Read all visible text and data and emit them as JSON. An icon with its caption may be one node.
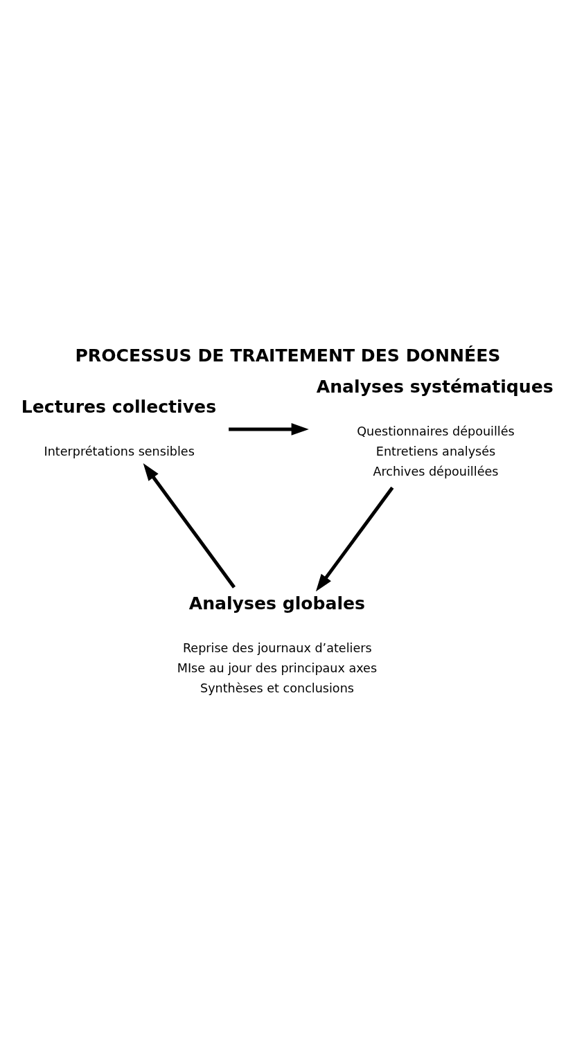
{
  "diagram": {
    "title": "PROCESSUS DE TRAITEMENT DES DONNÉES",
    "nodes": [
      {
        "text": [
          "Lectures collectives",
          "Interprétations sensibles"
        ]
      },
      {
        "text": [
          "Analyses systématiques",
          "Questionnaires dépouillés",
          "Entretiens analysés",
          "Archives dépouillées"
        ]
      },
      {
        "text": [
          "Analyses globales",
          "Reprise des journaux d’ateliers",
          "MIse au jour des principaux axes",
          "Synthèses et conclusions"
        ]
      }
    ],
    "edges": [
      {
        "from": 0,
        "to": 1,
        "arrow": "to"
      },
      {
        "from": 1,
        "to": 2,
        "arrow": "to"
      },
      {
        "from": 2,
        "to": 0,
        "arrow": "to"
      }
    ]
  }
}
